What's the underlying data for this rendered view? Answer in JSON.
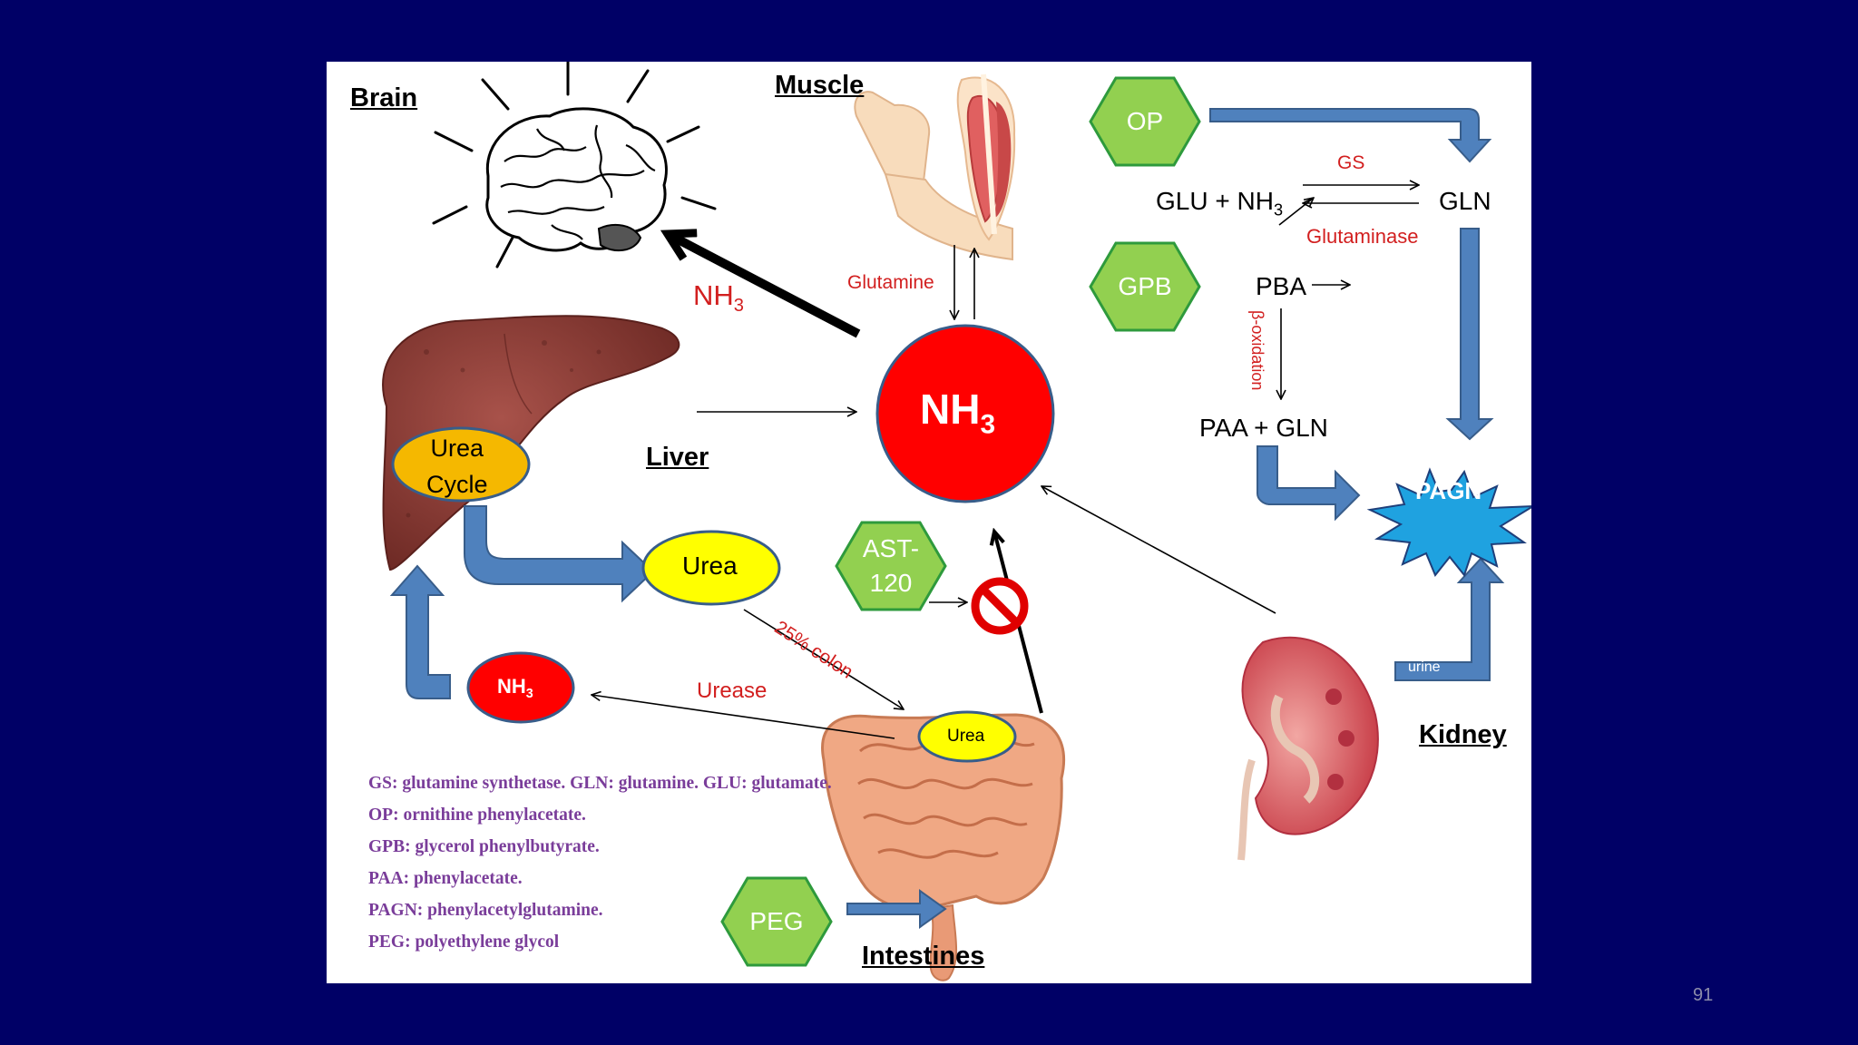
{
  "slide": {
    "page_number": "91"
  },
  "organs": {
    "brain": "Brain",
    "muscle": "Muscle",
    "liver": "Liver",
    "intestines": "Intestines",
    "kidney": "Kidney"
  },
  "center": {
    "main": "NH",
    "sub": "3"
  },
  "labels": {
    "nh3_to_brain_main": "NH",
    "nh3_to_brain_sub": "3",
    "glutamine": "Glutamine",
    "urea_cycle_line1": "Urea",
    "urea_cycle_line2": "Cycle",
    "urea": "Urea",
    "urea_small": "Urea",
    "nh3_small_main": "NH",
    "nh3_small_sub": "3",
    "colon": "25% colon",
    "urease": "Urease",
    "urine": "urine",
    "pagn": "PAGN"
  },
  "pathway": {
    "glu_nh3_main": "GLU + NH",
    "glu_nh3_sub": "3",
    "gs": "GS",
    "gln": "GLN",
    "glutaminase": "Glutaminase",
    "pba": "PBA",
    "beta_oxidation": "β-oxidation",
    "paa_gln": "PAA + GLN"
  },
  "drugs": {
    "op": "OP",
    "gpb": "GPB",
    "ast_line1": "AST-",
    "ast_line2": "120",
    "peg": "PEG"
  },
  "glossary": [
    "GS: glutamine synthetase. GLN: glutamine. GLU: glutamate.",
    "OP: ornithine phenylacetate.",
    "GPB: glycerol phenylbutyrate.",
    "PAA: phenylacetate.",
    "PAGN: phenylacetylglutamine.",
    "PEG: polyethylene glycol"
  ],
  "colors": {
    "background": "#000066",
    "nh3_red": "#ff0000",
    "urea_yellow": "#ffff00",
    "urea_cycle_orange": "#f5b800",
    "drug_green": "#92d050",
    "flow_blue": "#4f81bd",
    "pagn_blue": "#1fa2e0",
    "label_red": "#d21f1f",
    "glossary_purple": "#7a3d9a"
  }
}
